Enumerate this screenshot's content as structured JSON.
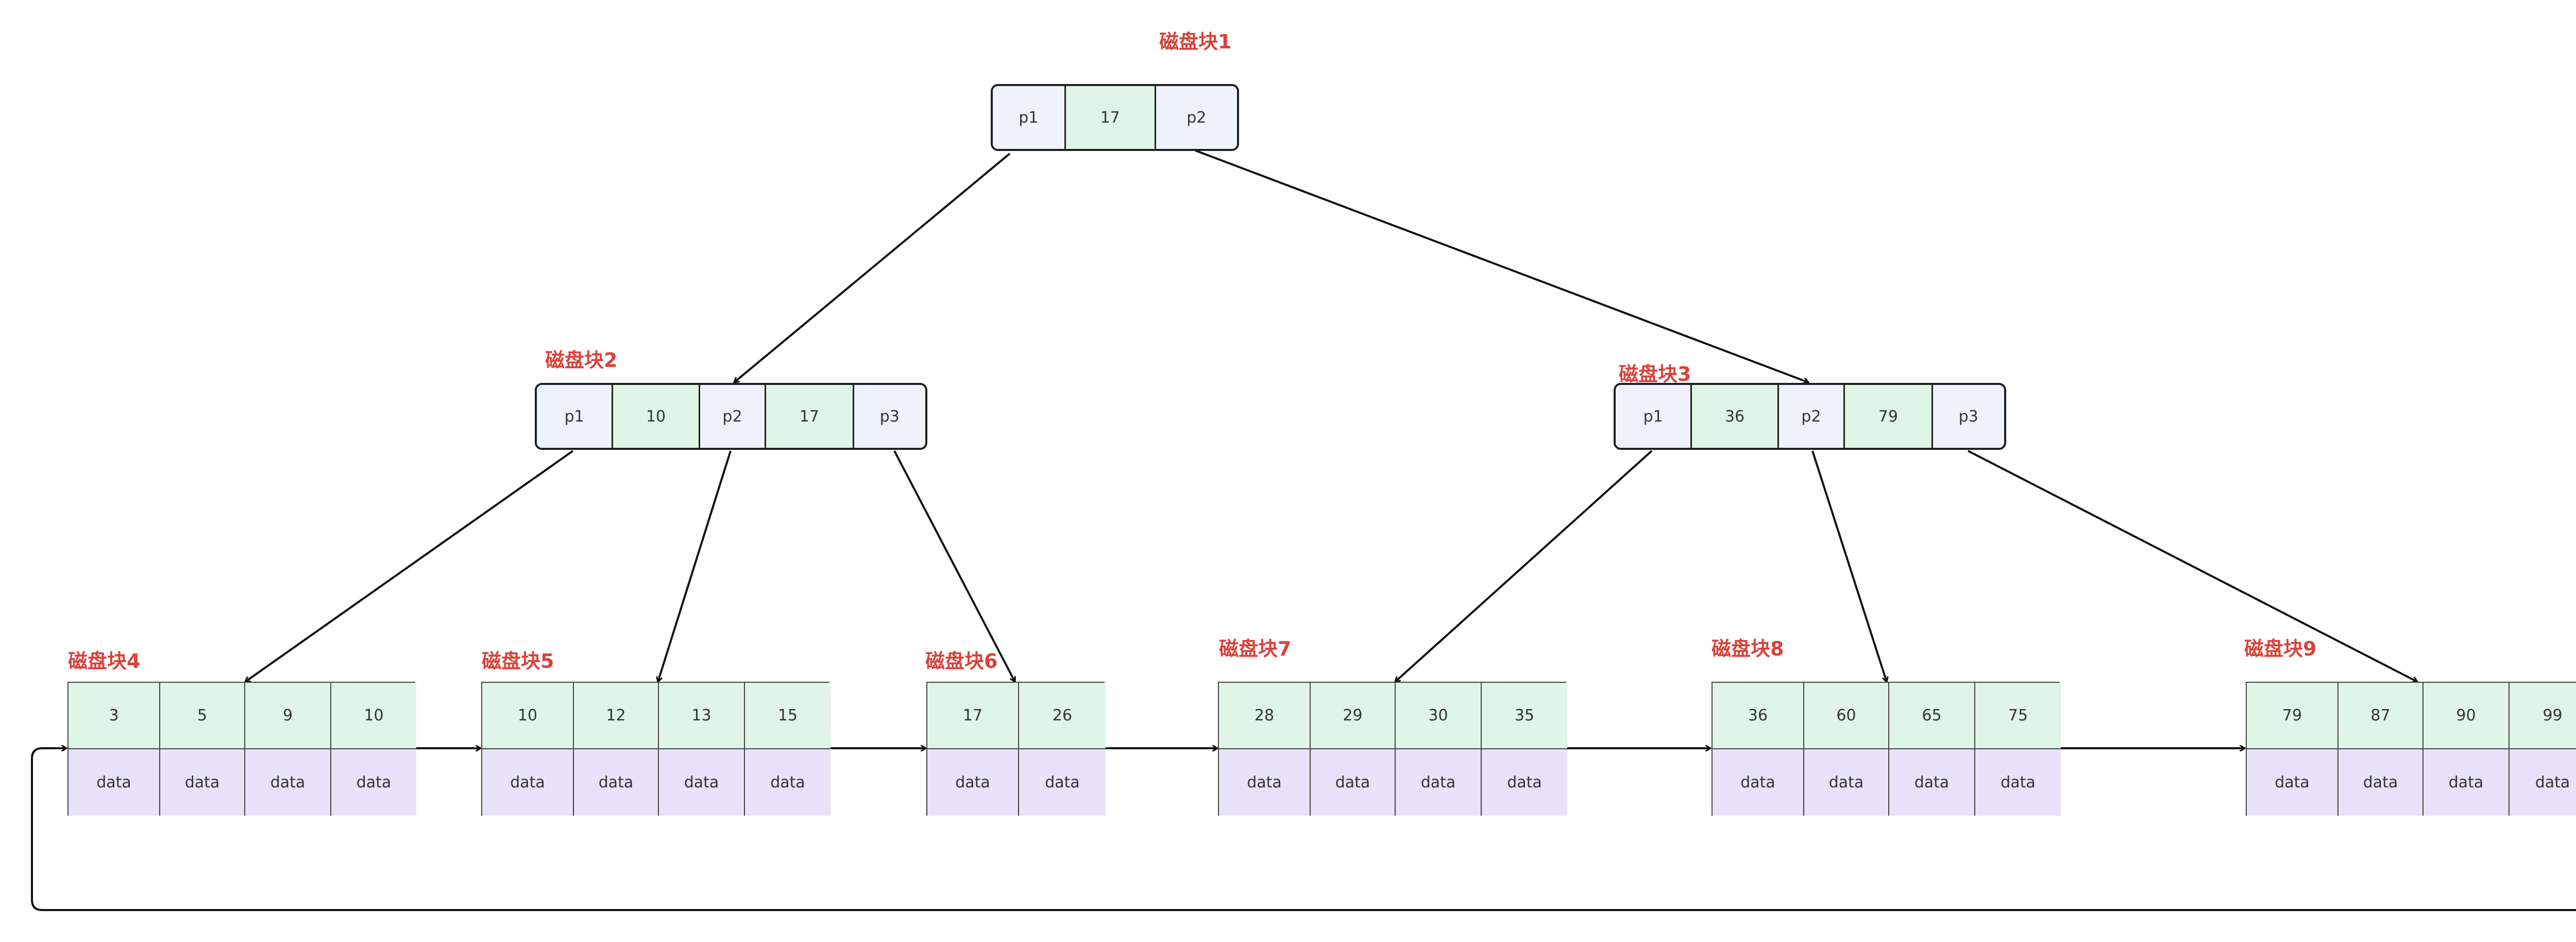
{
  "blocks": {
    "b1": {
      "label": "磁盘块1",
      "cells": [
        "p1",
        "17",
        "p2"
      ]
    },
    "b2": {
      "label": "磁盘块2",
      "cells": [
        "p1",
        "10",
        "p2",
        "17",
        "p3"
      ]
    },
    "b3": {
      "label": "磁盘块3",
      "cells": [
        "p1",
        "36",
        "p2",
        "79",
        "p3"
      ]
    },
    "b4": {
      "label": "磁盘块4",
      "keys": [
        "3",
        "5",
        "9",
        "10"
      ],
      "data": [
        "data",
        "data",
        "data",
        "data"
      ]
    },
    "b5": {
      "label": "磁盘块5",
      "keys": [
        "10",
        "12",
        "13",
        "15"
      ],
      "data": [
        "data",
        "data",
        "data",
        "data"
      ]
    },
    "b6": {
      "label": "磁盘块6",
      "keys": [
        "17",
        "26"
      ],
      "data": [
        "data",
        "data"
      ]
    },
    "b7": {
      "label": "磁盘块7",
      "keys": [
        "28",
        "29",
        "30",
        "35"
      ],
      "data": [
        "data",
        "data",
        "data",
        "data"
      ]
    },
    "b8": {
      "label": "磁盘块8",
      "keys": [
        "36",
        "60",
        "65",
        "75"
      ],
      "data": [
        "data",
        "data",
        "data",
        "data"
      ]
    },
    "b9": {
      "label": "磁盘块9",
      "keys": [
        "79",
        "87",
        "90",
        "99"
      ],
      "data": [
        "data",
        "data",
        "data",
        "data"
      ]
    }
  },
  "colors": {
    "label": "#d9423a",
    "pointer_cell": "#eef2fb",
    "key_cell": "#dff5e5",
    "data_cell": "#e8e2fb"
  }
}
